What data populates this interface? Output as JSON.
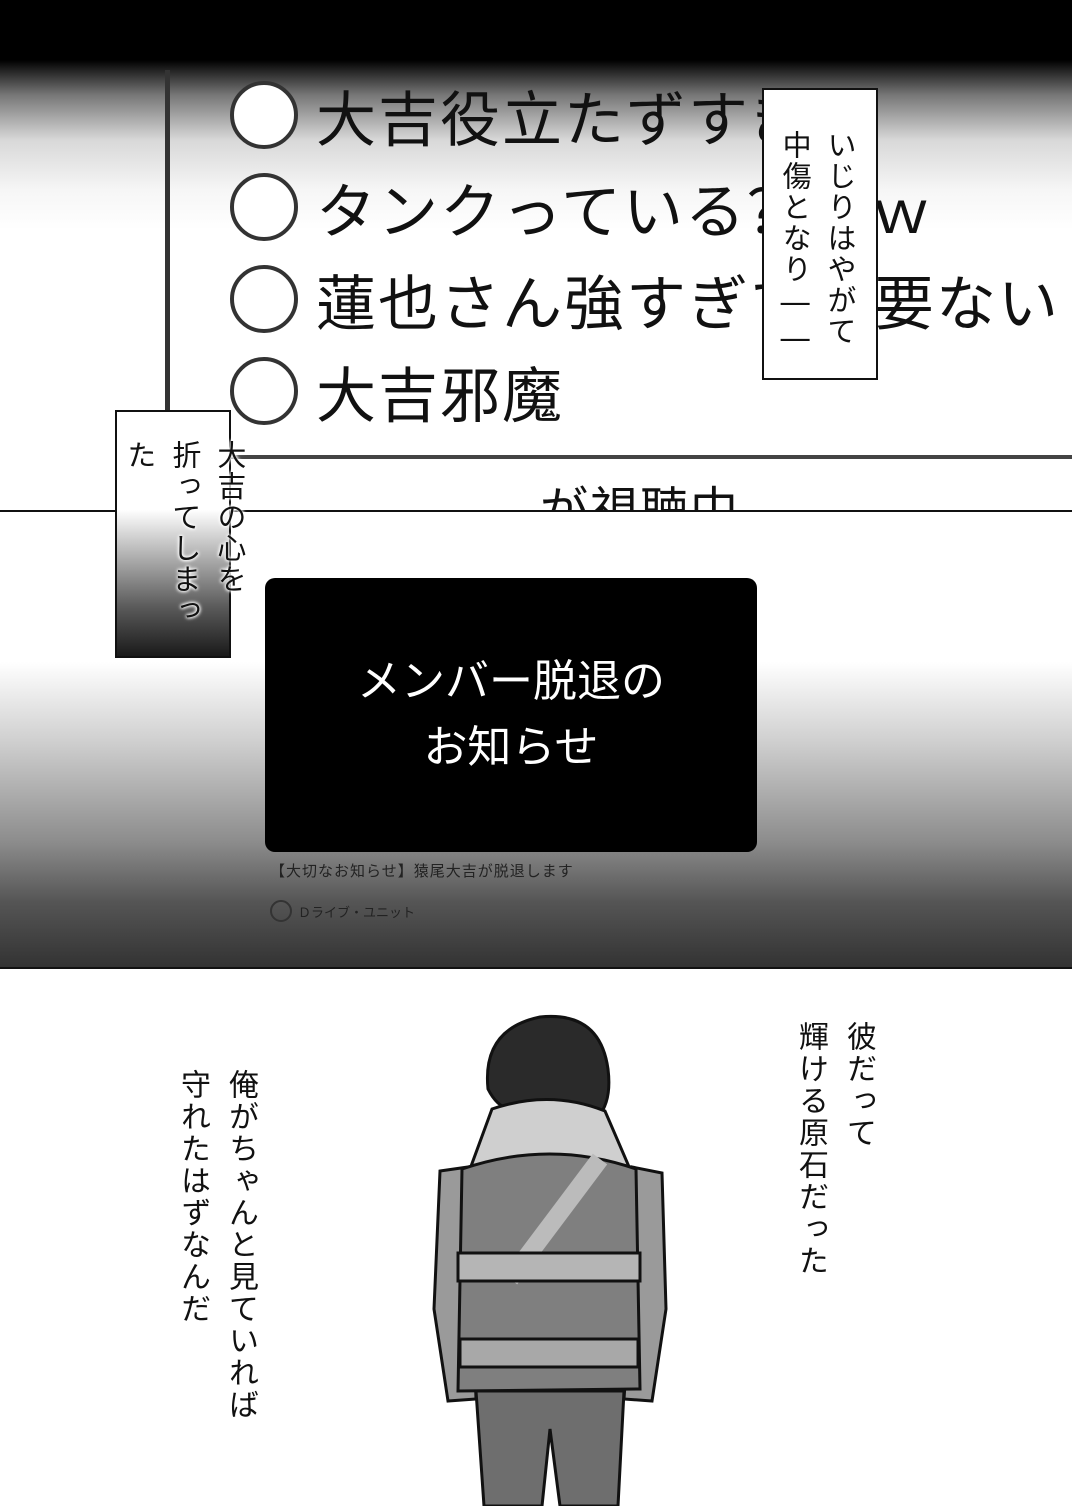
{
  "comments": [
    {
      "text": "大吉役立たずすぎ"
    },
    {
      "text": "タンクっている？ｗｗ"
    },
    {
      "text": "蓮也さん強すぎて必要ない"
    },
    {
      "text": "大吉邪魔"
    }
  ],
  "viewing_text": "が視聴中",
  "caption_top_right": "いじりはやがて\n中傷となり――",
  "caption_left": "大吉の心を\n折ってしまった",
  "video": {
    "thumbnail_title": "メンバー脱退の\nお知らせ",
    "title": "【大切なお知らせ】猿尾大吉が脱退します",
    "channel": "Ｄライブ・ユニット"
  },
  "narration_right": "彼だって\n輝ける原石だった",
  "narration_left": "俺がちゃんと見ていれば\n守れたはずなんだ",
  "colors": {
    "ink": "#111111",
    "paper": "#ffffff",
    "screen": "#000000"
  }
}
